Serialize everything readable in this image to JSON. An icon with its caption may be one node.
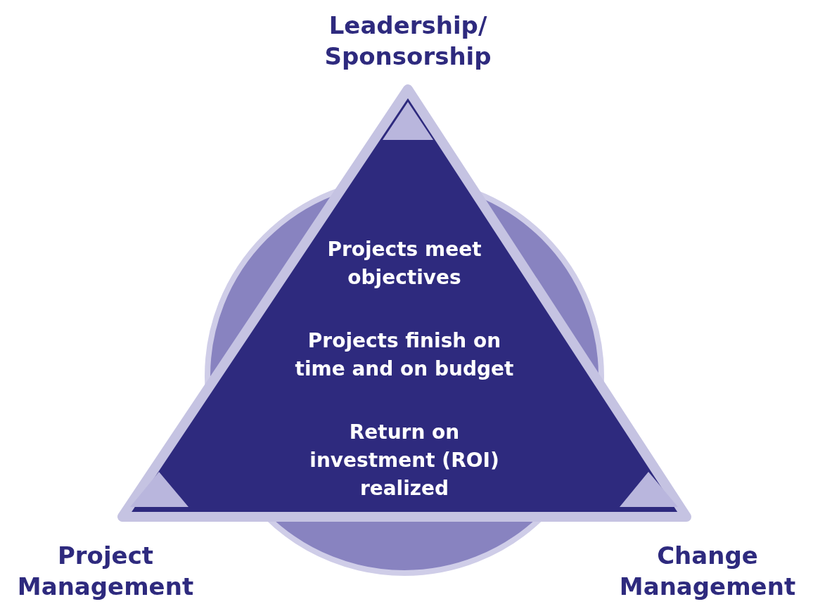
{
  "diagram": {
    "nodes": [
      {
        "text": [
          "Projects meet objectives",
          "Projects finish on time and on budget",
          "Return on investment (ROI) realized"
        ]
      }
    ],
    "edges": [],
    "labels": [
      "Leadership/ Sponsorship",
      "Project Management",
      "Change Management"
    ]
  }
}
